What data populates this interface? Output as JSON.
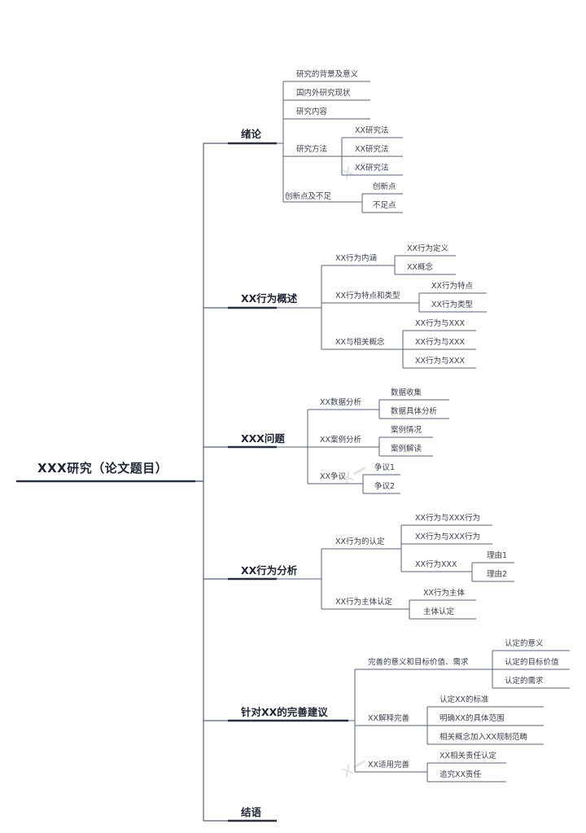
{
  "root": "XXX研究（论文题目）",
  "branches": [
    {
      "label": "绪论",
      "children": [
        {
          "label": "研究的背景及意义"
        },
        {
          "label": "国内外研究现状"
        },
        {
          "label": "研究内容"
        },
        {
          "label": "研究方法",
          "children": [
            "XX研究法",
            "XX研究法",
            "XX研究法"
          ]
        },
        {
          "label": "创新点及不足",
          "children": [
            "创新点",
            "不足点"
          ]
        }
      ]
    },
    {
      "label": "XX行为概述",
      "children": [
        {
          "label": "XX行为内涵",
          "children": [
            "XX行为定义",
            "XX概念"
          ]
        },
        {
          "label": "XX行为特点和类型",
          "children": [
            "XX行为特点",
            "XX行为类型"
          ]
        },
        {
          "label": "XX与相关概念",
          "children": [
            "XX行为与XXX",
            "XX行为与XXX",
            "XX行为与XXX"
          ]
        }
      ]
    },
    {
      "label": "XXX问题",
      "children": [
        {
          "label": "XX数据分析",
          "children": [
            "数据收集",
            "数据具体分析"
          ]
        },
        {
          "label": "XX案例分析",
          "children": [
            "案例情况",
            "案例解读"
          ]
        },
        {
          "label": "XX争议",
          "children": [
            "争议1",
            "争议2"
          ]
        }
      ]
    },
    {
      "label": "XX行为分析",
      "children": [
        {
          "label": "XX行为的认定",
          "children": [
            "XX行为与XXX行为",
            "XX行为与XXX行为",
            "XX行为XXX"
          ],
          "grandchildren": [
            "理由1",
            "理由2"
          ]
        },
        {
          "label": "XX行为主体认定",
          "children": [
            "XX行为主体",
            "主体认定"
          ]
        }
      ]
    },
    {
      "label": "针对XX的完善建议",
      "children": [
        {
          "label": "完善的意义和目标价值、需求",
          "children": [
            "认定的意义",
            "认定的目标价值",
            "认定的需求"
          ]
        },
        {
          "label": "XX解释完善",
          "children": [
            "认定XX的标准",
            "明确XX的具体范围",
            "相关概念加入XX规制范畴"
          ]
        },
        {
          "label": "XX适用完善",
          "children": [
            "XX相关责任认定",
            "追究XX责任"
          ]
        }
      ]
    },
    {
      "label": "结语"
    }
  ],
  "watermark": "XMind",
  "colors": {
    "line": "#55607a",
    "main_underline": "#2b3040",
    "text": "#3a3f4c"
  }
}
